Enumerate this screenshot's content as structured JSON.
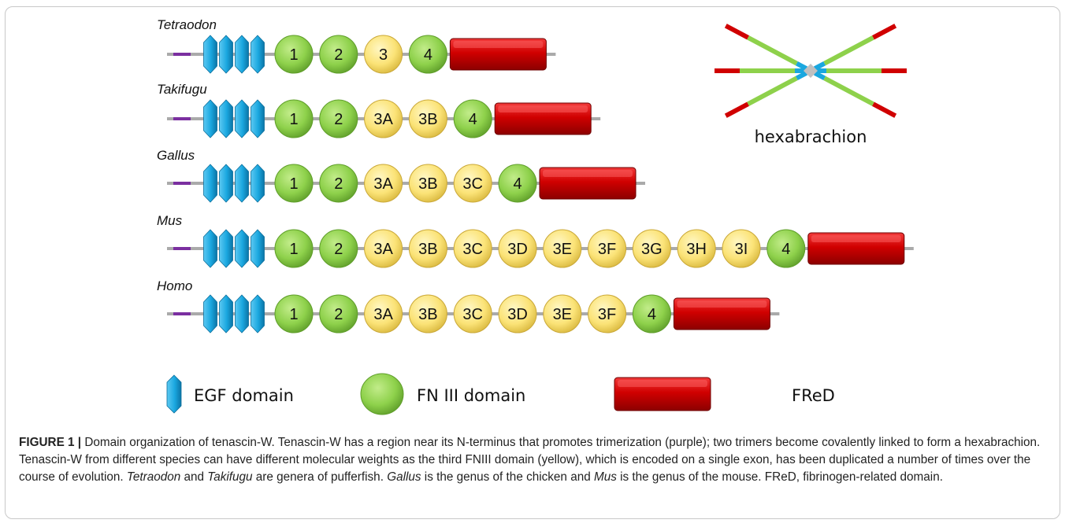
{
  "colors": {
    "egf": "#1aa7df",
    "fn_green": "#8ed14b",
    "fn_yellow": "#fbe377",
    "fred": "#d00000",
    "linker": "#aaaaaa",
    "nterm": "#7b2fa0",
    "hex_center": "#c0c0c0"
  },
  "species": [
    {
      "name": "Tetraodon",
      "fn_domains": [
        "1",
        "2",
        "3",
        "4"
      ]
    },
    {
      "name": "Takifugu",
      "fn_domains": [
        "1",
        "2",
        "3A",
        "3B",
        "4"
      ]
    },
    {
      "name": "Gallus",
      "fn_domains": [
        "1",
        "2",
        "3A",
        "3B",
        "3C",
        "4"
      ]
    },
    {
      "name": "Mus",
      "fn_domains": [
        "1",
        "2",
        "3A",
        "3B",
        "3C",
        "3D",
        "3E",
        "3F",
        "3G",
        "3H",
        "3I",
        "4"
      ]
    },
    {
      "name": "Homo",
      "fn_domains": [
        "1",
        "2",
        "3A",
        "3B",
        "3C",
        "3D",
        "3E",
        "3F",
        "4"
      ]
    }
  ],
  "hexabrachion_label": "hexabrachion",
  "legend": {
    "egf": "EGF domain",
    "fn": "FN III domain",
    "fred": "FReD"
  },
  "caption": {
    "label": "FIGURE 1 |",
    "s1": " Domain organization of tenascin-W. Tenascin-W has a region near its N-terminus that promotes trimerization (purple); two trimers become covalently linked to form a hexabrachion. Tenascin-W from different species can have different molecular weights as the third FNIII domain (yellow), which is encoded on a single exon, has been duplicated a number of times over the course of evolution. ",
    "i1": "Tetraodon",
    "s2": " and ",
    "i2": "Takifugu",
    "s3": " are genera of pufferfish. ",
    "i3": "Gallus",
    "s4": " is the genus of the chicken and ",
    "i4": "Mus",
    "s5": " is the genus of the mouse. FReD, fibrinogen-related domain."
  }
}
